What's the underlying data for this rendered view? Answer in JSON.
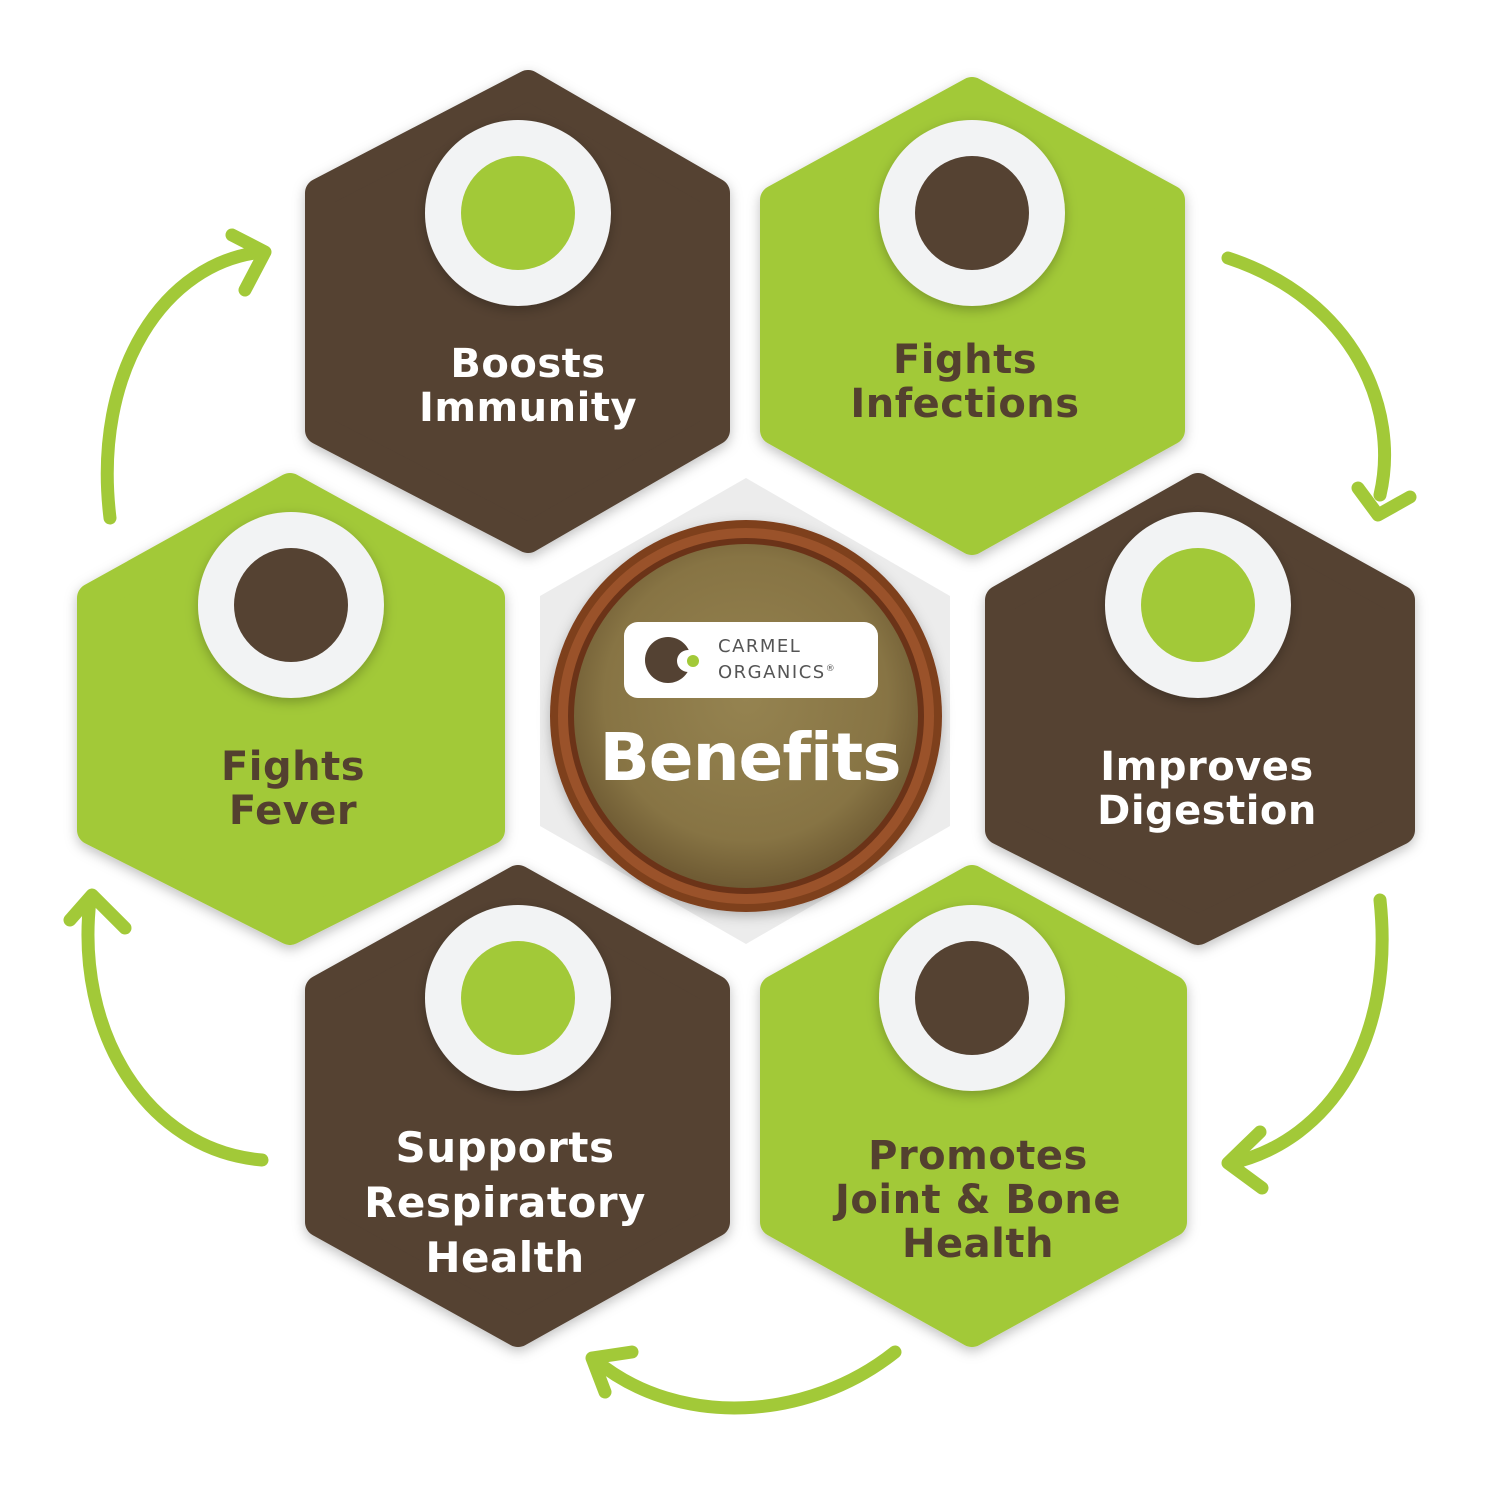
{
  "colors": {
    "brown": "#544233",
    "green": "#a2c938",
    "ring": "#f2f3f4",
    "center_bg": "#ececec",
    "bowl_rim": "#7e3f1e",
    "powder": "#8c7a47",
    "arrow": "#a2c938"
  },
  "center": {
    "brand_line1": "CARMEL",
    "brand_line2": "ORGANICS",
    "registered_mark": "®",
    "title": "Benefits"
  },
  "benefits": [
    {
      "lines": [
        "Boosts",
        "Immunity"
      ],
      "fill": "brown"
    },
    {
      "lines": [
        "Fights",
        "Infections"
      ],
      "fill": "green"
    },
    {
      "lines": [
        "Improves",
        "Digestion"
      ],
      "fill": "brown"
    },
    {
      "lines": [
        "Promotes",
        "Joint & Bone",
        "Health"
      ],
      "fill": "green"
    },
    {
      "lines": [
        "Supports",
        "Respiratory",
        "Health"
      ],
      "fill": "brown"
    },
    {
      "lines": [
        "Fights",
        "Fever"
      ],
      "fill": "green"
    }
  ]
}
